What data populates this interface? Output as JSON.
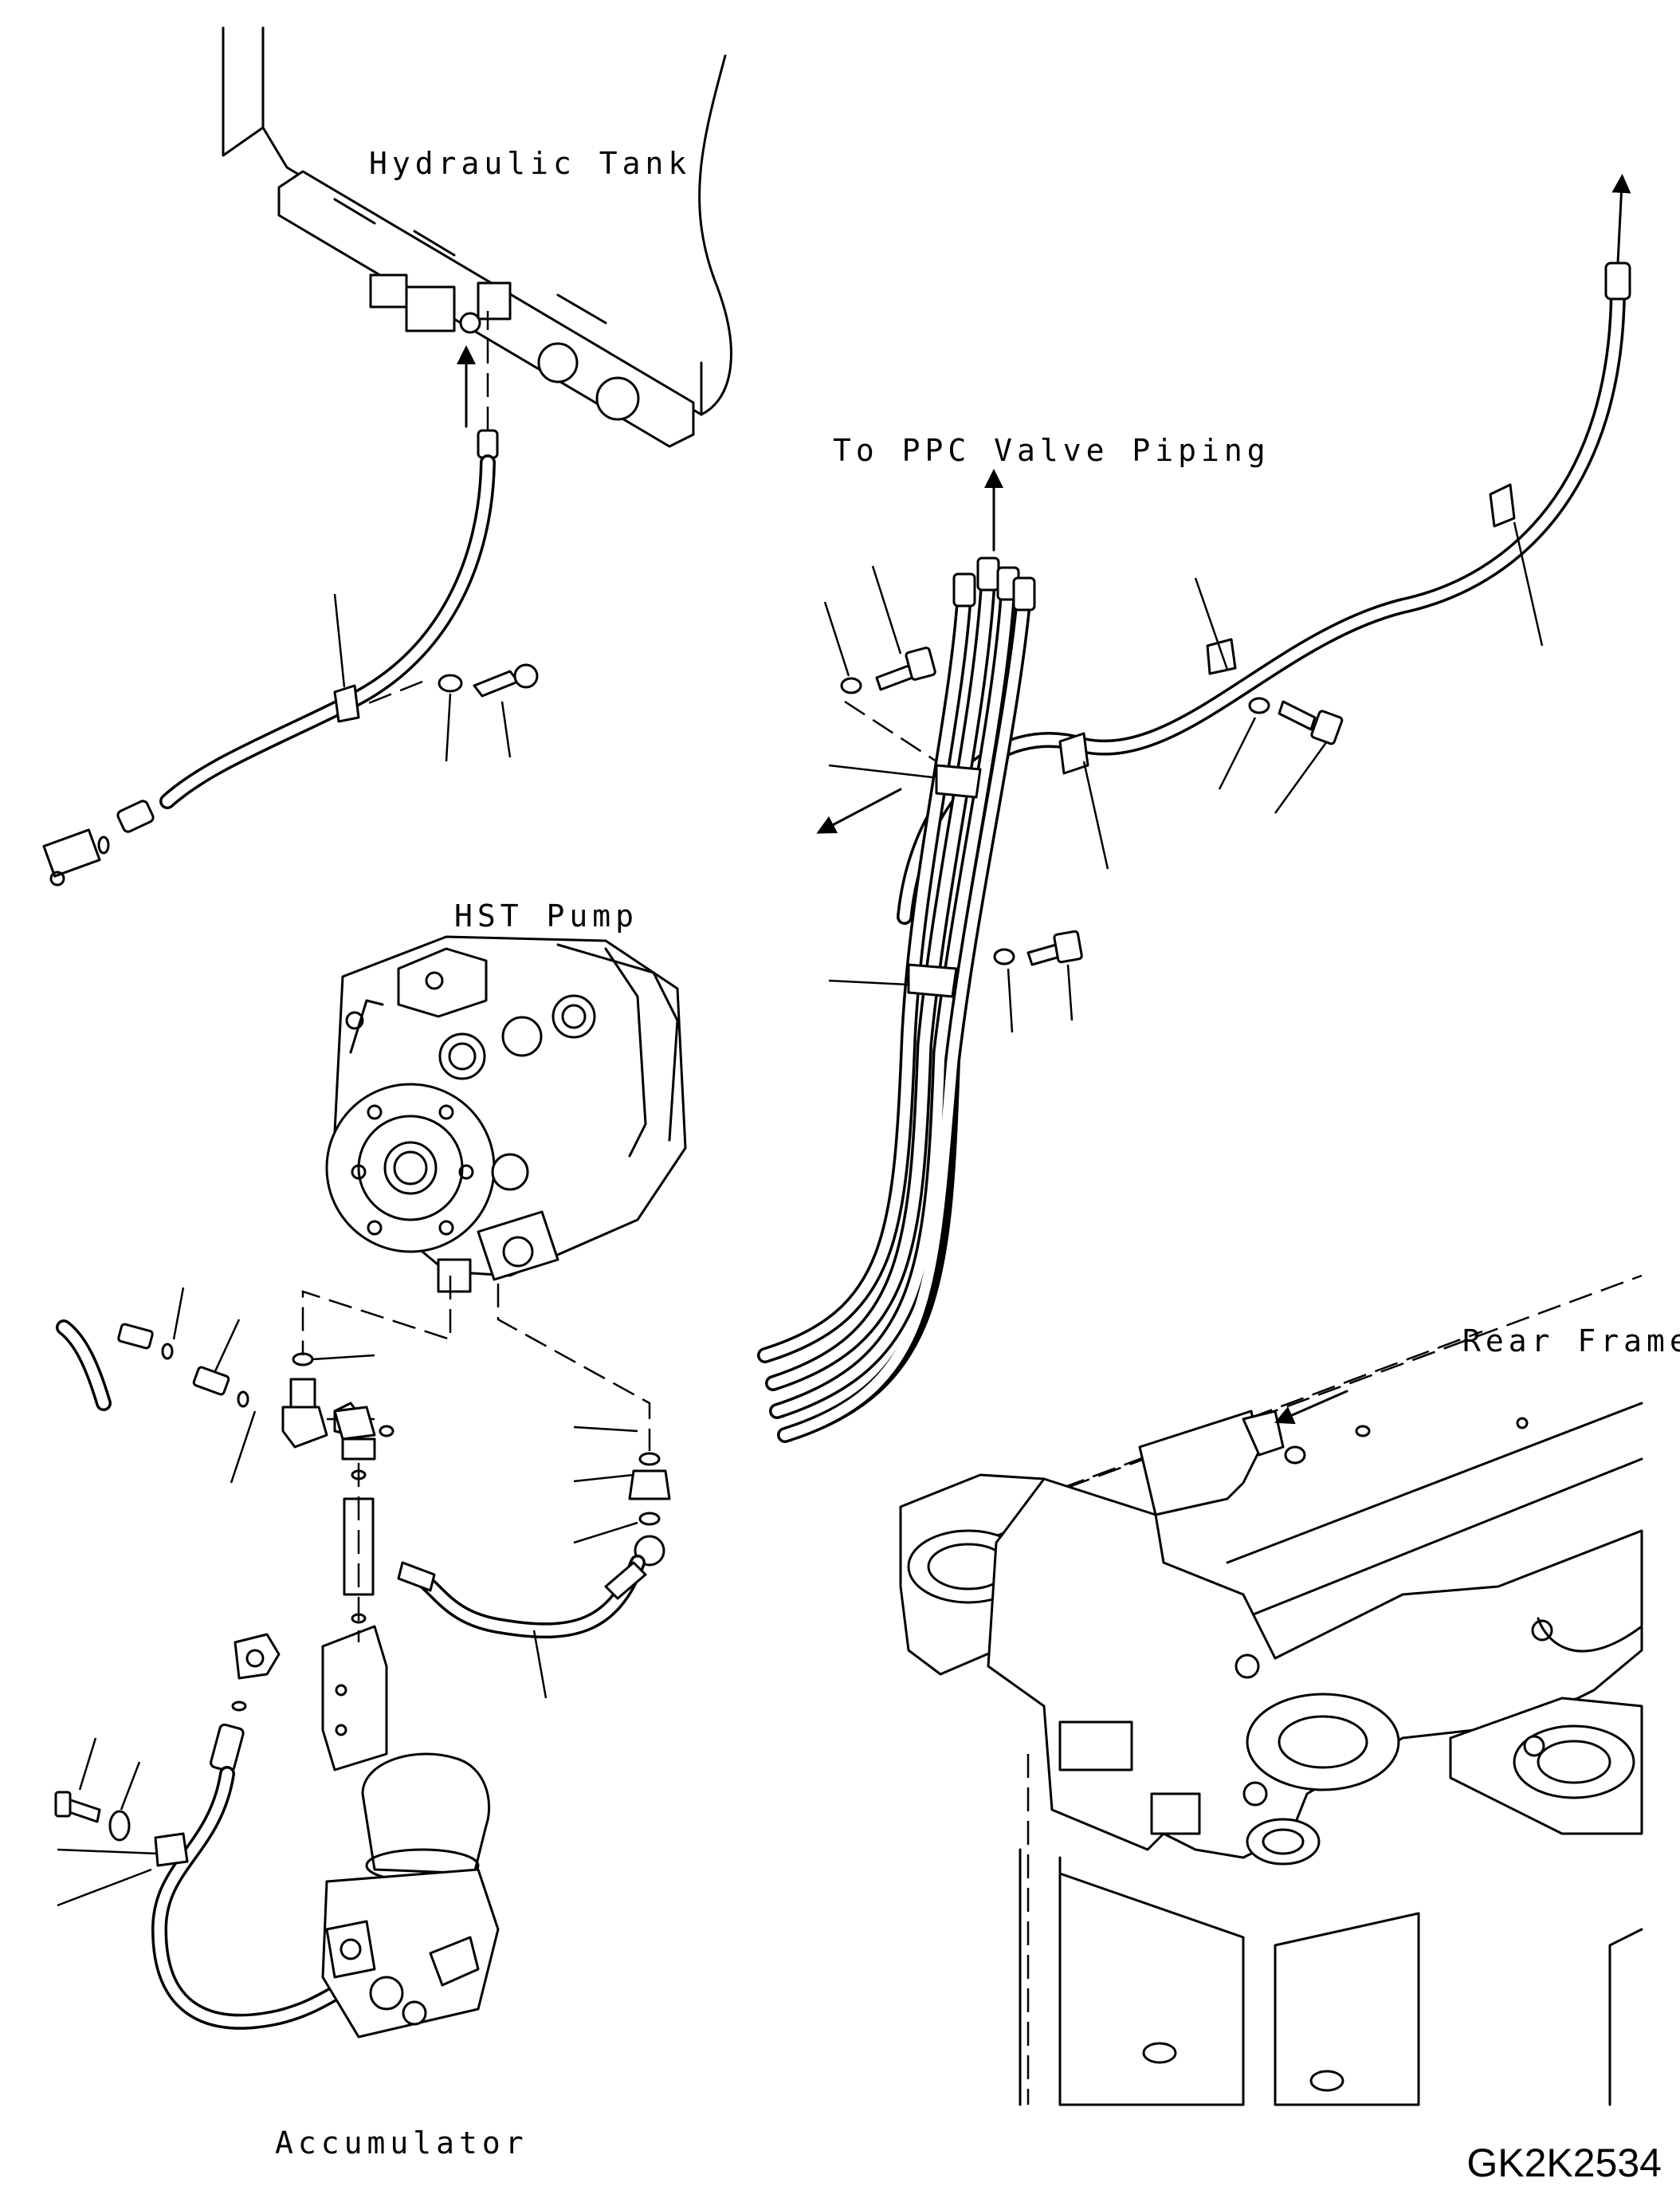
{
  "labels": {
    "hydraulic_tank": "Hydraulic Tank",
    "ppc_valve": "To PPC Valve Piping",
    "hst_pump": "HST Pump",
    "rear_frame": "Rear Frame",
    "accumulator": "Accumulator"
  },
  "drawing_code": "GK2K2534"
}
